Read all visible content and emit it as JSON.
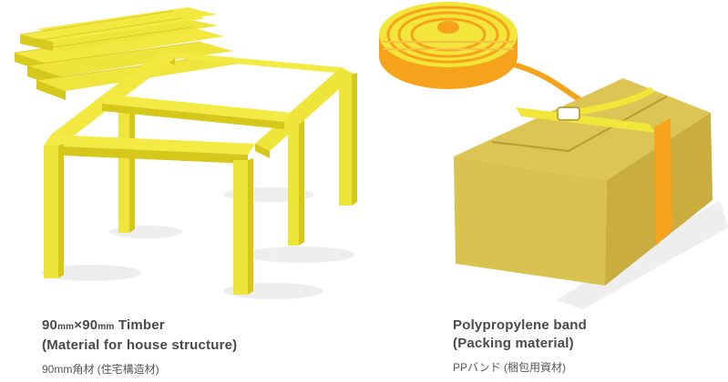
{
  "colors": {
    "timber": "#efe43a",
    "timber_shade": "#d9cb1e",
    "box": "#dcc555",
    "box_dark": "#c9ad3e",
    "band_yellow": "#f3e63a",
    "band_orange": "#f6a21a"
  },
  "timber": {
    "title_num1": "90",
    "title_unit1": "mm",
    "title_times": "×",
    "title_num2": "90",
    "title_unit2": "mm",
    "title_word": " Timber",
    "title_line2": "(Material for house structure)",
    "subtitle": "90mm角材 (住宅構造材)"
  },
  "pp_band": {
    "title_line1": "Polypropylene band",
    "title_line2": "(Packing material)",
    "subtitle": "PPバンド (梱包用資材)"
  }
}
